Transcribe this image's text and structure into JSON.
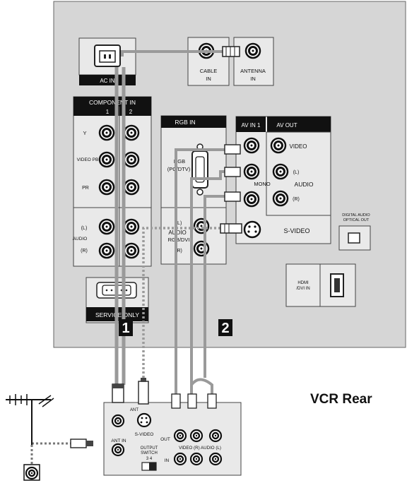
{
  "tv_panel": {
    "ac_in": "AC IN",
    "cable_in": [
      "CABLE",
      "IN"
    ],
    "antenna_in": [
      "ANTENNA",
      "IN"
    ],
    "component_in": {
      "title": "COMPONENT IN",
      "col1": "1",
      "col2": "2",
      "y": "Y",
      "video_pb": "VIDEO PB",
      "pr": "PR",
      "audio_l": "(L)",
      "audio": "AUDIO",
      "audio_r": "(R)"
    },
    "rgb_in": {
      "title": "RGB IN",
      "rgb": "RGB",
      "pc_dtv": "(PC/DTV)",
      "audio_l": "(L)",
      "audio": "AUDIO",
      "rgb_dvi": "RGB/DVI",
      "audio_r": "(R)"
    },
    "av_in1": "AV IN 1",
    "av_out": "AV OUT",
    "video": "VIDEO",
    "mono": "MONO",
    "audio": "AUDIO",
    "l": "(L)",
    "r": "(R)",
    "s_video": "S-VIDEO",
    "digital_audio": [
      "DIGITAL AUDIO",
      "OPTICAL OUT"
    ],
    "hdmi": [
      "HDMI",
      "/DVI IN"
    ],
    "service_only": "SERVICE ONLY",
    "step1": "1",
    "step2": "2"
  },
  "vcr": {
    "title": "VCR Rear",
    "ant": "ANT",
    "ant_in": "ANT IN",
    "s_video": "S-VIDEO",
    "out": "OUT",
    "in": "IN",
    "video_audio": "VIDEO  (R) AUDIO (L)",
    "output_switch": "OUTPUT",
    "switch_word": "SWITCH",
    "channels": "3    4"
  },
  "colors": {
    "panel": "#d9d9d9",
    "panel_border": "#555555",
    "cable": "#9a9a9a",
    "label_bar": "#111111"
  }
}
